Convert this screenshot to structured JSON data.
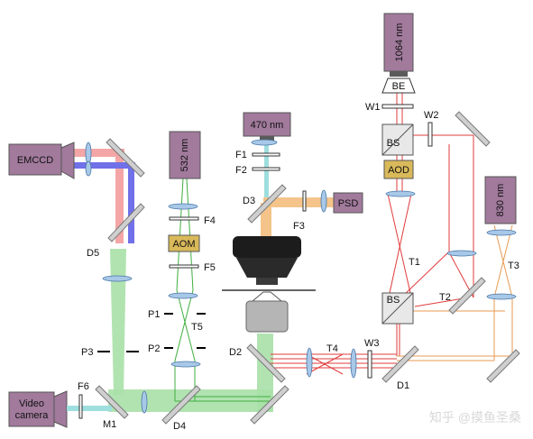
{
  "diagram": {
    "sources": {
      "laser_1064": "1064 nm",
      "laser_470": "470 nm",
      "laser_532": "532 nm",
      "laser_830": "830 nm"
    },
    "devices": {
      "camera_emccd": "EMCCD",
      "camera_video_line1": "Video",
      "camera_video_line2": "camera",
      "psd": "PSD",
      "aom": "AOM",
      "aod": "AOD",
      "be": "BE",
      "bs_top": "BS",
      "bs_bottom": "BS"
    },
    "labels": {
      "W1": "W1",
      "W2": "W2",
      "W3": "W3",
      "F1": "F1",
      "F2": "F2",
      "F3": "F3",
      "F4": "F4",
      "F5": "F5",
      "F6": "F6",
      "D1": "D1",
      "D2": "D2",
      "D3": "D3",
      "D4": "D4",
      "D5": "D5",
      "T1": "T1",
      "T2": "T2",
      "T3": "T3",
      "T4": "T4",
      "T5": "T5",
      "P1": "P1",
      "P2": "P2",
      "P3": "P3",
      "M1": "M1"
    },
    "watermark": "知乎 @摸鱼圣桑",
    "colors": {
      "beam_ir": "#e23b3b",
      "beam_green": "#8fd88f",
      "beam_green_line": "#3fae3f",
      "beam_blue": "#7070e8",
      "beam_pink": "#f4a6a6",
      "beam_orange": "#f5b06a",
      "beam_830": "#e89a50",
      "beam_cyan": "#5fc7c7",
      "laser_box": "#a17a9c",
      "aom_box": "#d9b95a",
      "lens": "#a8c8e8"
    }
  }
}
